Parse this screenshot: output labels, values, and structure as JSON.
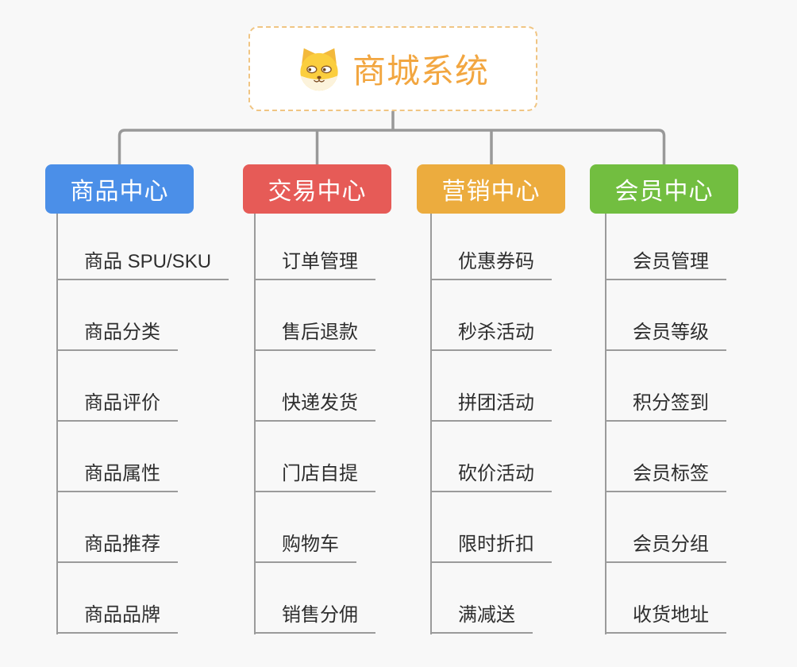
{
  "root": {
    "title": "商城系统",
    "icon": "dog-face-icon"
  },
  "branches": [
    {
      "label": "商品中心",
      "color": "#4B8FE8",
      "items": [
        "商品 SPU/SKU",
        "商品分类",
        "商品评价",
        "商品属性",
        "商品推荐",
        "商品品牌"
      ]
    },
    {
      "label": "交易中心",
      "color": "#E65B57",
      "items": [
        "订单管理",
        "售后退款",
        "快递发货",
        "门店自提",
        "购物车",
        "销售分佣"
      ]
    },
    {
      "label": "营销中心",
      "color": "#ECAC3E",
      "items": [
        "优惠券码",
        "秒杀活动",
        "拼团活动",
        "砍价活动",
        "限时折扣",
        "满减送"
      ]
    },
    {
      "label": "会员中心",
      "color": "#72BE40",
      "items": [
        "会员管理",
        "会员等级",
        "积分签到",
        "会员标签",
        "会员分组",
        "收货地址"
      ]
    }
  ],
  "colors": {
    "background": "#F8F8F8",
    "connector": "#999999",
    "underline": "#9B9B9B",
    "root_border": "#F0C583",
    "root_text": "#F2A640",
    "item_text": "#2E2E2E",
    "branch_text": "#FFFFFF"
  }
}
